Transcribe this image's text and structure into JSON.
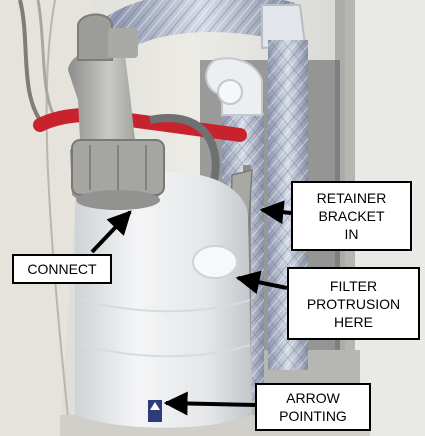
{
  "callouts": {
    "connect": {
      "lines": [
        "CONNECT"
      ]
    },
    "retainer_bracket": {
      "lines": [
        "RETAINER",
        "BRACKET",
        "IN"
      ]
    },
    "filter_protrusion": {
      "lines": [
        "FILTER",
        "PROTRUSION",
        "HERE"
      ]
    },
    "arrow_pointing": {
      "lines": [
        "ARROW",
        "POINTING"
      ]
    }
  },
  "colors": {
    "callout_border": "#000000",
    "callout_fill": "#ffffff",
    "pointer_arrow": "#000000",
    "red_tube": "#c8232c"
  }
}
